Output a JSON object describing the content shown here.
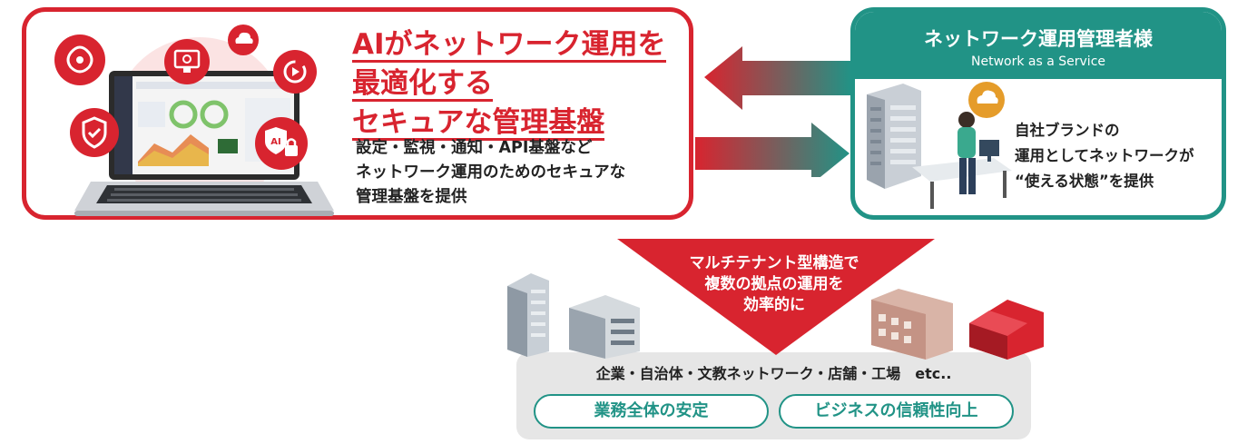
{
  "left_panel": {
    "headline_lines": [
      "AIがネットワーク運用を",
      "最適化する",
      "セキュアな管理基盤"
    ],
    "description_lines": [
      "設定・監視・通知・API基盤など",
      "ネットワーク運用のためのセキュアな",
      "管理基盤を提供"
    ],
    "accent_color": "#d8242f"
  },
  "right_panel": {
    "title": "ネットワーク運用管理者様",
    "subtitle": "Network as a Service",
    "description_lines": [
      "自社ブランドの",
      "運用としてネットワークが",
      "“使える状態”を提供"
    ],
    "accent_color": "#219386"
  },
  "center_triangle": {
    "lines": [
      "マルチテナント型構造で",
      "複数の拠点の運用を",
      "効率的に"
    ]
  },
  "bottom_panel": {
    "label": "企業・自治体・文教ネットワーク・店舗・工場　etc..",
    "pills": [
      "業務全体の安定",
      "ビジネスの信頼性向上"
    ]
  },
  "icons": [
    "brain-circuit-icon",
    "monitor-settings-icon",
    "cloud-upload-icon",
    "refresh-cycle-icon",
    "shield-network-icon",
    "ai-lock-shield-icon",
    "cloud-headset-icon"
  ]
}
